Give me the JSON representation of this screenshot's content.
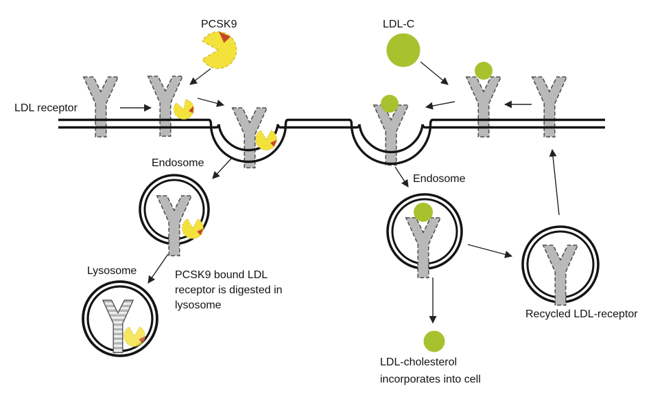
{
  "labels": {
    "pcsk9": "PCSK9",
    "ldl_c": "LDL-C",
    "ldl_receptor": "LDL receptor",
    "endosome_left": "Endosome",
    "endosome_right": "Endosome",
    "lysosome": "Lysosome",
    "digestion_note": "PCSK9 bound LDL receptor is digested in lysosome",
    "recycled_receptor": "Recycled LDL-receptor",
    "incorporation_note": "LDL-cholesterol incorporates into cell"
  },
  "colors": {
    "bg": "#ffffff",
    "text": "#111111",
    "membrane": "#141414",
    "receptor_fill": "#b9b9b9",
    "receptor_stroke": "#4f4f4f",
    "pcsk9_yellow": "#f3e23b",
    "pcsk9_red": "#c4472a",
    "ldl_green": "#a6c22f",
    "arrow": "#222222"
  }
}
